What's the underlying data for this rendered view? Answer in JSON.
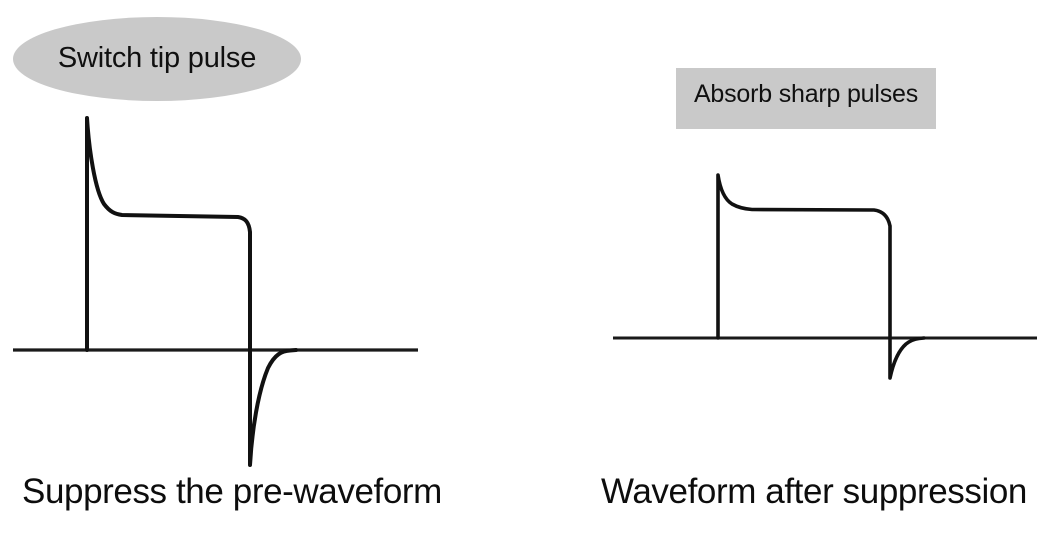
{
  "figure": {
    "background_color": "#ffffff",
    "stroke_color": "#111111",
    "callout_fill_color": "#c9c9c9",
    "text_color": "#101010"
  },
  "panels": [
    {
      "id": "left",
      "callout": {
        "shape": "ellipse",
        "label": "Switch tip pulse"
      },
      "caption": "Suppress the pre-waveform"
    },
    {
      "id": "right",
      "callout": {
        "shape": "rectangle",
        "label": "Absorb sharp pulses"
      },
      "caption": "Waveform after suppression"
    }
  ],
  "chart_data": {
    "type": "line",
    "title": "",
    "subtitle": "",
    "xlabel": "",
    "ylabel": "",
    "grid": false,
    "legend": "none",
    "axis": {
      "baseline_label": "zero line",
      "xlim": [
        0,
        526
      ],
      "ylim": [
        0,
        470
      ]
    },
    "charts": [
      {
        "name": "Suppress the pre-waveform",
        "annotation": "Switch tip pulse",
        "annotation_shape": "ellipse",
        "baseline_y": 350,
        "baseline_x_start": 13,
        "baseline_x_end": 418,
        "features": {
          "rising_edge_x": 87,
          "overshoot_peak_y": 118,
          "plateau_y": 215,
          "plateau_x_start": 120,
          "plateau_x_end": 243,
          "falling_edge_x": 250,
          "undershoot_bottom_y": 465,
          "undershoot_recovery_x": 285
        },
        "points": [
          [
            13,
            350
          ],
          [
            87,
            350
          ],
          [
            87,
            118
          ],
          [
            92,
            150
          ],
          [
            98,
            185
          ],
          [
            106,
            204
          ],
          [
            118,
            214
          ],
          [
            160,
            215
          ],
          [
            210,
            216
          ],
          [
            238,
            217
          ],
          [
            247,
            224
          ],
          [
            250,
            260
          ],
          [
            250,
            350
          ],
          [
            250,
            465
          ],
          [
            256,
            420
          ],
          [
            264,
            380
          ],
          [
            274,
            358
          ],
          [
            285,
            352
          ],
          [
            418,
            350
          ]
        ]
      },
      {
        "name": "Waveform after suppression",
        "annotation": "Absorb sharp pulses",
        "annotation_shape": "rectangle",
        "baseline_y": 338,
        "baseline_x_start": 613,
        "baseline_x_end": 1037,
        "features": {
          "rising_edge_x": 718,
          "overshoot_peak_y": 175,
          "plateau_y": 205,
          "plateau_x_start": 745,
          "plateau_x_end": 880,
          "falling_edge_x": 890,
          "undershoot_bottom_y": 378,
          "undershoot_recovery_x": 918
        },
        "points": [
          [
            613,
            338
          ],
          [
            718,
            338
          ],
          [
            718,
            175
          ],
          [
            722,
            188
          ],
          [
            728,
            198
          ],
          [
            738,
            204
          ],
          [
            752,
            206
          ],
          [
            800,
            206
          ],
          [
            850,
            206
          ],
          [
            874,
            207
          ],
          [
            884,
            213
          ],
          [
            890,
            240
          ],
          [
            890,
            338
          ],
          [
            890,
            378
          ],
          [
            898,
            358
          ],
          [
            908,
            344
          ],
          [
            918,
            339
          ],
          [
            1037,
            338
          ]
        ]
      }
    ]
  }
}
